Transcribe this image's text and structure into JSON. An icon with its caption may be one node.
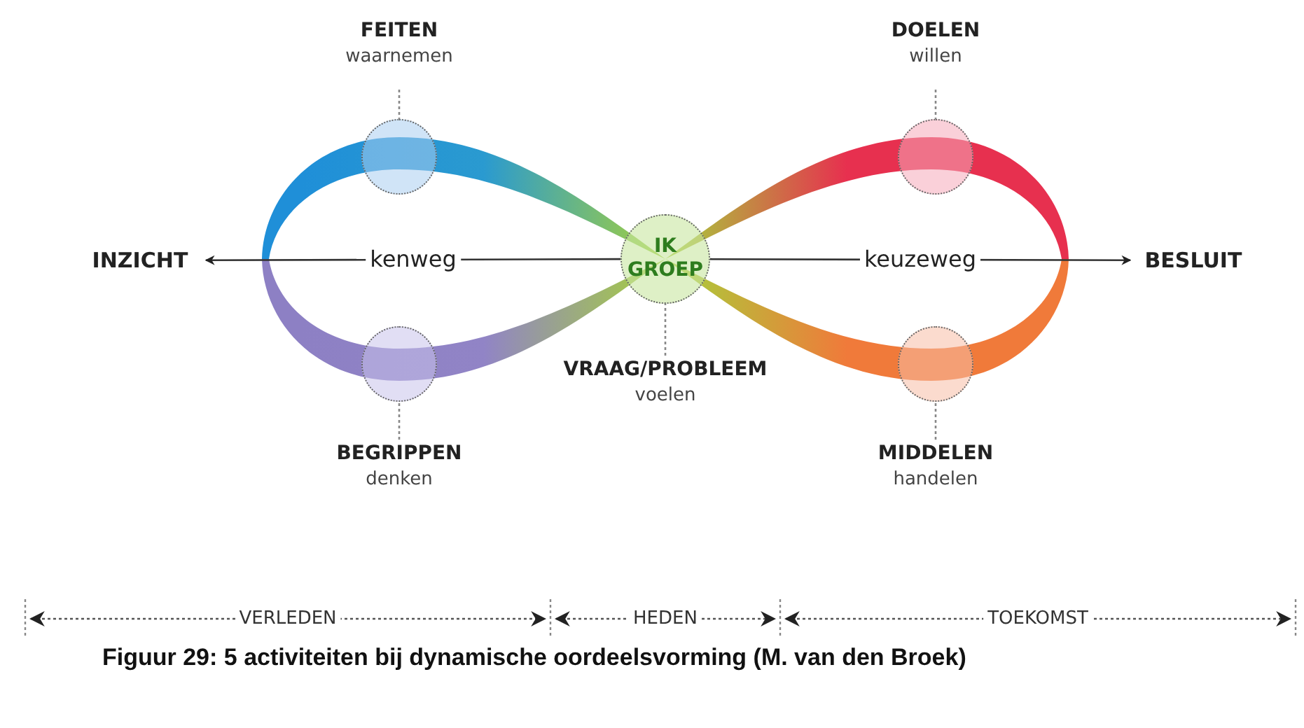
{
  "diagram": {
    "caption": "Figuur 29: 5 activiteiten bij dynamische oordeelsvorming (M. van den Broek)",
    "nodes": [
      {
        "text": [
          "FEITEN",
          "waarnemen"
        ]
      },
      {
        "text": [],
        "shape": "circle"
      },
      {
        "text": [
          "DOELEN",
          "willen"
        ]
      },
      {
        "text": [],
        "shape": "circle"
      },
      {
        "text": [
          "INZICHT"
        ]
      },
      {
        "text": [
          "IK GROEP"
        ]
      },
      {
        "text": [
          "BESLUIT"
        ]
      },
      {
        "text": [],
        "shape": "circle"
      },
      {
        "text": [],
        "shape": "circle"
      },
      {
        "text": [
          "VRAAG/PROBLEEM",
          "voelen"
        ]
      },
      {
        "text": [
          "BEGRIPPEN",
          "denken"
        ]
      },
      {
        "text": [
          "MIDDELEN",
          "handelen"
        ]
      }
    ],
    "edges": [
      {
        "from": 0,
        "to": 1,
        "arrow": "none",
        "style": "dashed"
      },
      {
        "from": 2,
        "to": 3,
        "arrow": "none",
        "style": "dashed"
      },
      {
        "from": 5,
        "to": 4,
        "arrow": "to",
        "label": "kenweg"
      },
      {
        "from": 5,
        "to": 6,
        "arrow": "to",
        "label": "keuzeweg"
      },
      {
        "from": 9,
        "to": 5,
        "arrow": "none",
        "style": "dashed"
      },
      {
        "from": 10,
        "to": 7,
        "arrow": "none",
        "style": "dashed"
      },
      {
        "from": 11,
        "to": 8,
        "arrow": "none",
        "style": "dashed"
      }
    ],
    "labels": [
      "VERLEDEN",
      "HEDEN",
      "TOEKOMST"
    ]
  }
}
